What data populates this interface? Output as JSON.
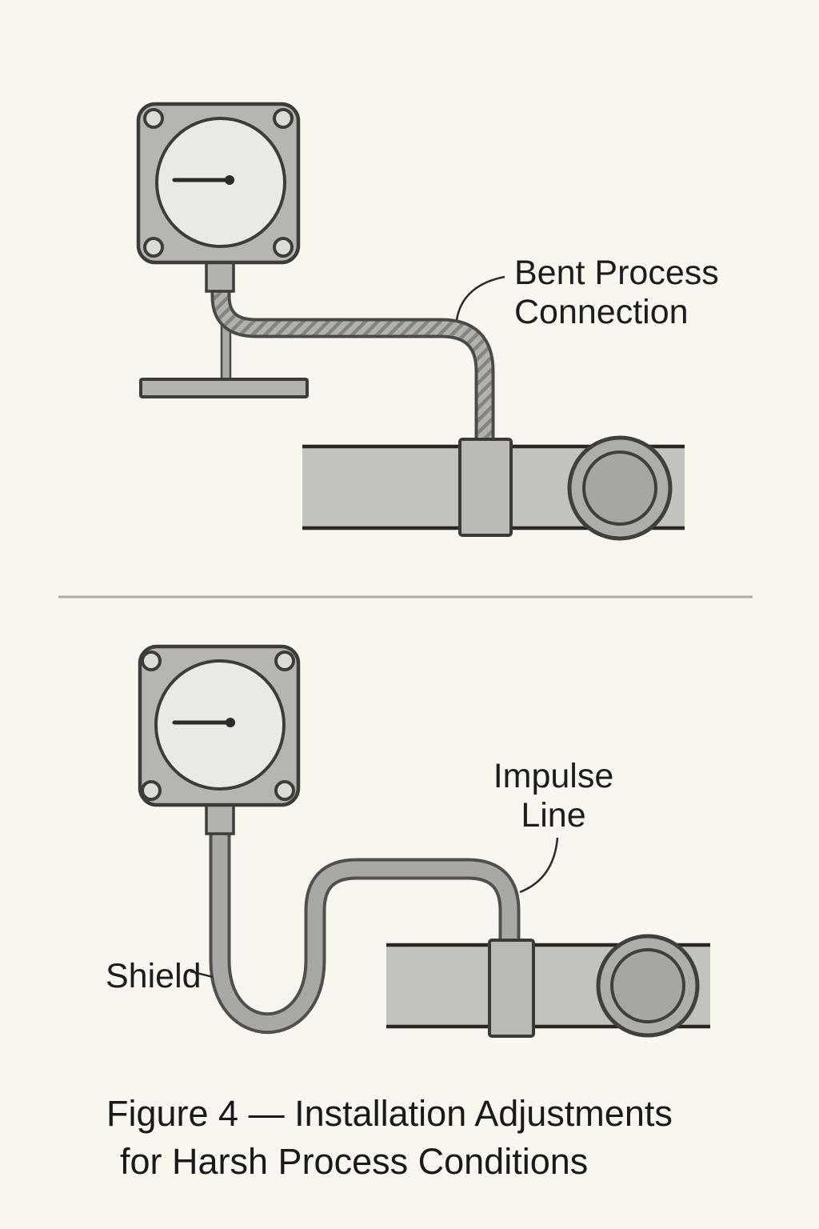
{
  "figure": {
    "caption_line1": "Figure 4 — Installation Adjustments",
    "caption_line2": "for Harsh Process Conditions"
  },
  "labels": {
    "bent_process_connection": "Bent Process\nConnection",
    "impulse_line": "Impulse\nLine",
    "shield": "Shield"
  },
  "colors": {
    "background": "#f8f6ee",
    "outline_dark": "#3c3c3a",
    "pipe_edge": "#272725",
    "gauge_body": "#b6b5b2",
    "gauge_dial": "#eae9e4",
    "tube_fill": "#b2b1ae",
    "tube_hatch_stripe": "#85857f",
    "pipe_fill": "#c3c2bf",
    "flange_fill": "#aeada9",
    "text": "#1d1d1d",
    "divider": "#adacaa"
  }
}
